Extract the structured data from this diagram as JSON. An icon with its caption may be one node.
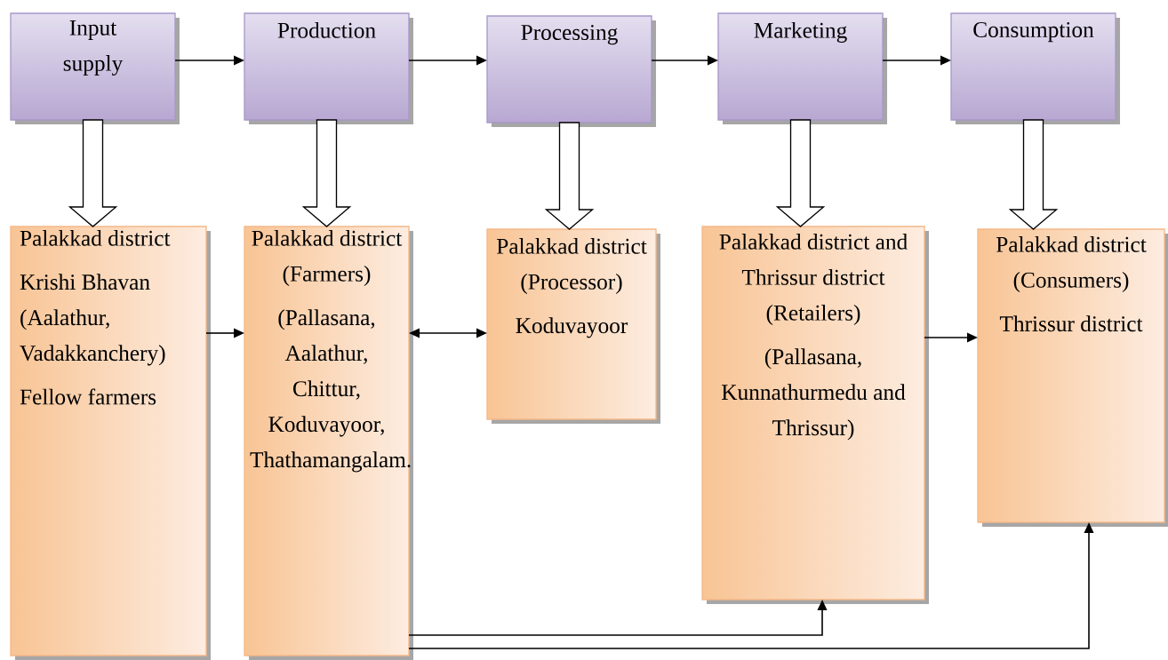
{
  "diagram": {
    "nodes": [
      {
        "text": [
          "Input supply"
        ]
      },
      {
        "text": [
          "Production"
        ]
      },
      {
        "text": [
          "Processing"
        ]
      },
      {
        "text": [
          "Marketing"
        ]
      },
      {
        "text": [
          "Consumption"
        ]
      },
      {
        "text": [
          "Palakkad district",
          "Krishi Bhavan (Aalathur, Vadakkanchery)",
          "Fellow farmers"
        ]
      },
      {
        "text": [
          "Palakkad district (Farmers)",
          "(Pallasana, Aalathur, Chittur, Koduvayoor, Thathamangalam."
        ]
      },
      {
        "text": [
          "Palakkad district (Processor)",
          "Koduvayoor"
        ]
      },
      {
        "text": [
          "Palakkad district and Thrissur district (Retailers)",
          "(Pallasana, Kunnathurmedu and Thrissur)"
        ]
      },
      {
        "text": [
          "Palakkad district (Consumers)",
          "Thrissur district"
        ]
      }
    ],
    "edges": [
      {
        "from": 0,
        "to": 1,
        "arrow": "to"
      },
      {
        "from": 1,
        "to": 2,
        "arrow": "to"
      },
      {
        "from": 2,
        "to": 3,
        "arrow": "to"
      },
      {
        "from": 3,
        "to": 4,
        "arrow": "to"
      },
      {
        "from": 0,
        "to": 5,
        "arrow": "to",
        "style": "thick"
      },
      {
        "from": 1,
        "to": 6,
        "arrow": "to",
        "style": "thick"
      },
      {
        "from": 2,
        "to": 7,
        "arrow": "to",
        "style": "thick"
      },
      {
        "from": 3,
        "to": 8,
        "arrow": "to",
        "style": "thick"
      },
      {
        "from": 4,
        "to": 9,
        "arrow": "to",
        "style": "thick"
      },
      {
        "from": 5,
        "to": 6,
        "arrow": "to"
      },
      {
        "from": 6,
        "to": 7,
        "arrow": "both"
      },
      {
        "from": 8,
        "to": 9,
        "arrow": "to"
      },
      {
        "from": 6,
        "to": 8,
        "arrow": "to"
      },
      {
        "from": 6,
        "to": 9,
        "arrow": "to"
      }
    ]
  }
}
